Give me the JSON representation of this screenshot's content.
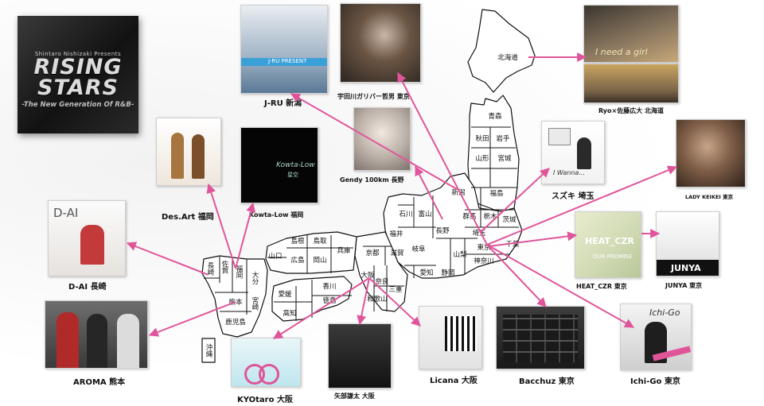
{
  "logo": {
    "presents": "Shintaro Nishizaki Presents",
    "line1": "RISING",
    "line2": "STARS",
    "subtitle": "-The New Generation Of R&B-"
  },
  "map": {
    "hokkaido": "北海道",
    "aomori": "青森",
    "akita": "秋田",
    "iwate": "岩手",
    "yamagata": "山形",
    "miyagi": "宮城",
    "fukushima": "福島",
    "niigata": "新潟",
    "ishikawa": "石川",
    "toyama": "富山",
    "gunma": "群馬",
    "tochigi": "栃木",
    "ibaraki": "茨城",
    "nagano": "長野",
    "saitama": "埼玉",
    "fukui": "福井",
    "tokyo": "東京",
    "chiba": "千葉",
    "yamanashi": "山梨",
    "kanagawa": "神奈川",
    "shimane": "島根",
    "tottori": "鳥取",
    "hyogo": "兵庫",
    "kyoto": "京都",
    "shiga": "滋賀",
    "gifu": "岐阜",
    "yamaguchi": "山口",
    "hiroshima": "広島",
    "okayama": "岡山",
    "osaka": "大阪",
    "nara": "奈良",
    "aichi": "愛知",
    "shizuoka": "静岡",
    "mie": "三重",
    "wakayama": "和歌山",
    "kagawa": "香川",
    "ehime": "愛媛",
    "tokushima": "徳島",
    "kochi": "高知",
    "nagasaki": "長崎",
    "saga": "佐賀",
    "fukuoka": "福岡",
    "oita": "大分",
    "kumamoto": "熊本",
    "miyazaki": "宮崎",
    "kagoshima": "鹿児島",
    "okinawa": "沖縄"
  },
  "artists": {
    "jru": "J-RU 新潟",
    "jru_cover": "J-RU PRESENT",
    "ugata": "宇田川ガリバー哲男 東京",
    "ryo": "Ryo×佐藤広大 北海道",
    "ryo_cover": "I need a girl",
    "gendy": "Gendy 100km 長野",
    "desart": "Des.Art 福岡",
    "kowta": "Kowta-Low 福岡",
    "kowta_cover": "Kowta-Low",
    "kowta_cover2": "星空",
    "suzuki": "スズキ 埼玉",
    "suzuki_cover": "I Wanna...",
    "ladykeikei": "LADY KEIKEI 東京",
    "dai": "D-AI 長崎",
    "dai_cover": "D-AI",
    "heat": "HEAT_CZR 東京",
    "heat_cover": "HEAT_CZR",
    "heat_cover2": "OUR PROMISE",
    "junya": "JUNYA 東京",
    "junya_cover": "JUNYA",
    "aroma": "AROMA 熊本",
    "kyotaro": "KYOtaro 大阪",
    "yabe": "矢部謙太 大阪",
    "licana": "Licana 大阪",
    "bacchuz": "Bacchuz 東京",
    "ichigo": "Ichi-Go 東京",
    "ichigo_cover": "Ichi-Go"
  },
  "colors": {
    "arrow": "#e0559a",
    "map_stroke": "#111111"
  }
}
